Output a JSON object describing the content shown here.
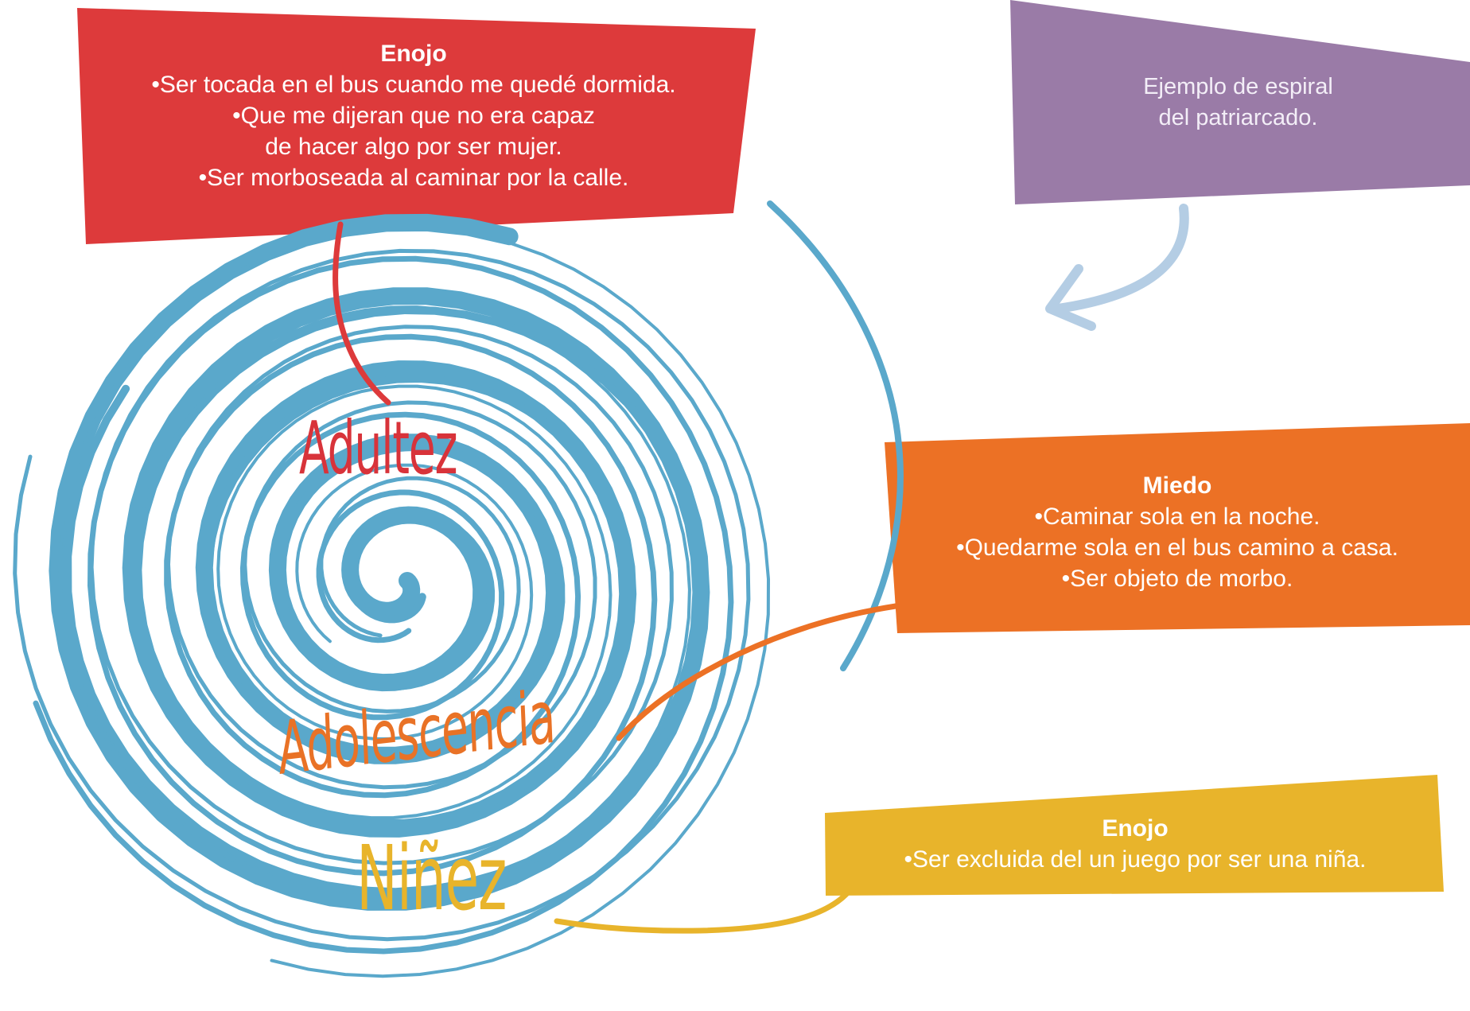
{
  "colors": {
    "spiral": "#5aa8cb",
    "red": "#dd3a3b",
    "purple": "#9a7ba7",
    "orange": "#ec7125",
    "yellow": "#e8b42b",
    "arrow": "#b4cde4"
  },
  "cards": {
    "red": {
      "heading": "Enojo",
      "lines": [
        "•Ser tocada en el bus cuando me quedé dormida.",
        "•Que me dijeran que no era capaz",
        "de hacer algo por ser mujer.",
        "•Ser morboseada al caminar por la calle."
      ]
    },
    "purple": {
      "lines": [
        "Ejemplo de espiral",
        "del patriarcado."
      ]
    },
    "orange": {
      "heading": "Miedo",
      "lines": [
        "•Caminar sola en la noche.",
        "•Quedarme sola en el bus camino a casa.",
        "•Ser objeto de morbo."
      ]
    },
    "yellow": {
      "heading": "Enojo",
      "lines": [
        "•Ser excluida del un juego por ser una niña."
      ]
    }
  },
  "stages": {
    "adultez": "Adultez",
    "adolescencia": "Adolescencia",
    "ninez": "Niñez"
  }
}
